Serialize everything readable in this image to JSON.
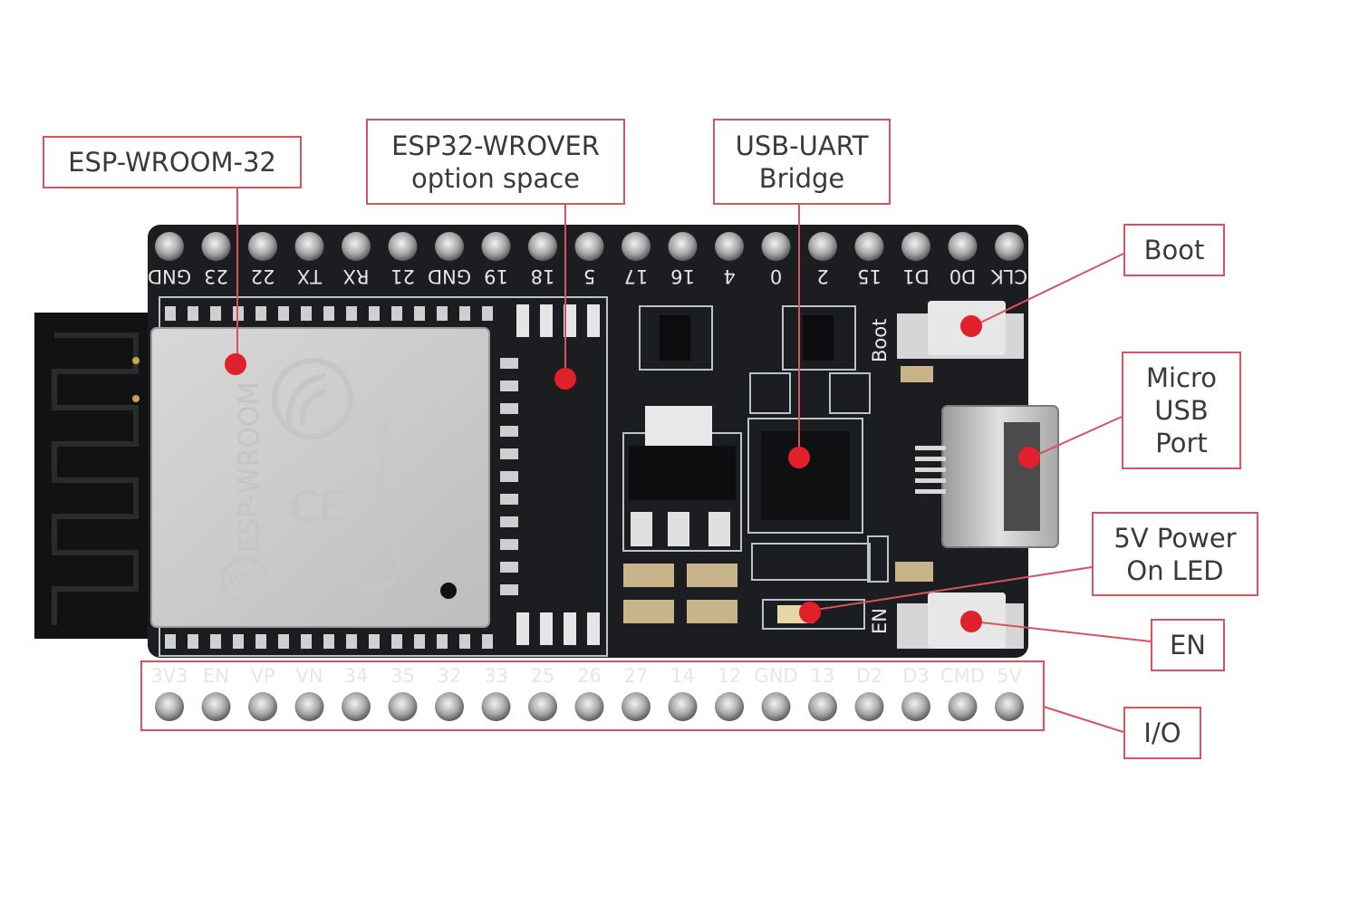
{
  "callouts": {
    "esp_wroom_32": "ESP-WROOM-32",
    "wrover_space": "ESP32-WROVER\noption space",
    "usb_uart": "USB-UART\nBridge",
    "boot": "Boot",
    "micro_usb": "Micro\nUSB\nPort",
    "power_led": "5V Power\nOn LED",
    "en": "EN",
    "io": "I/O"
  },
  "top_pins": [
    "GND",
    "23",
    "22",
    "TX",
    "RX",
    "21",
    "GND",
    "19",
    "18",
    "5",
    "17",
    "16",
    "4",
    "0",
    "2",
    "15",
    "D1",
    "D0",
    "CLK"
  ],
  "bottom_pins": [
    "3V3",
    "EN",
    "VP",
    "VN",
    "34",
    "35",
    "32",
    "33",
    "25",
    "26",
    "27",
    "14",
    "12",
    "GND",
    "13",
    "D2",
    "D3",
    "CMD",
    "5V"
  ],
  "silkscreen": {
    "boot_label": "Boot",
    "en_label": "EN",
    "module_text": "ESP-WROOM",
    "fcc_text": "FCC ID: 2AC7Z-ESPWROOM32",
    "wifi_text": "WiFi",
    "ce_text": "CE"
  },
  "colors": {
    "callout_border": "#d9535f",
    "marker": "#e0202a",
    "pcb": "#1c1d20",
    "silk": "#b9c3c9"
  }
}
